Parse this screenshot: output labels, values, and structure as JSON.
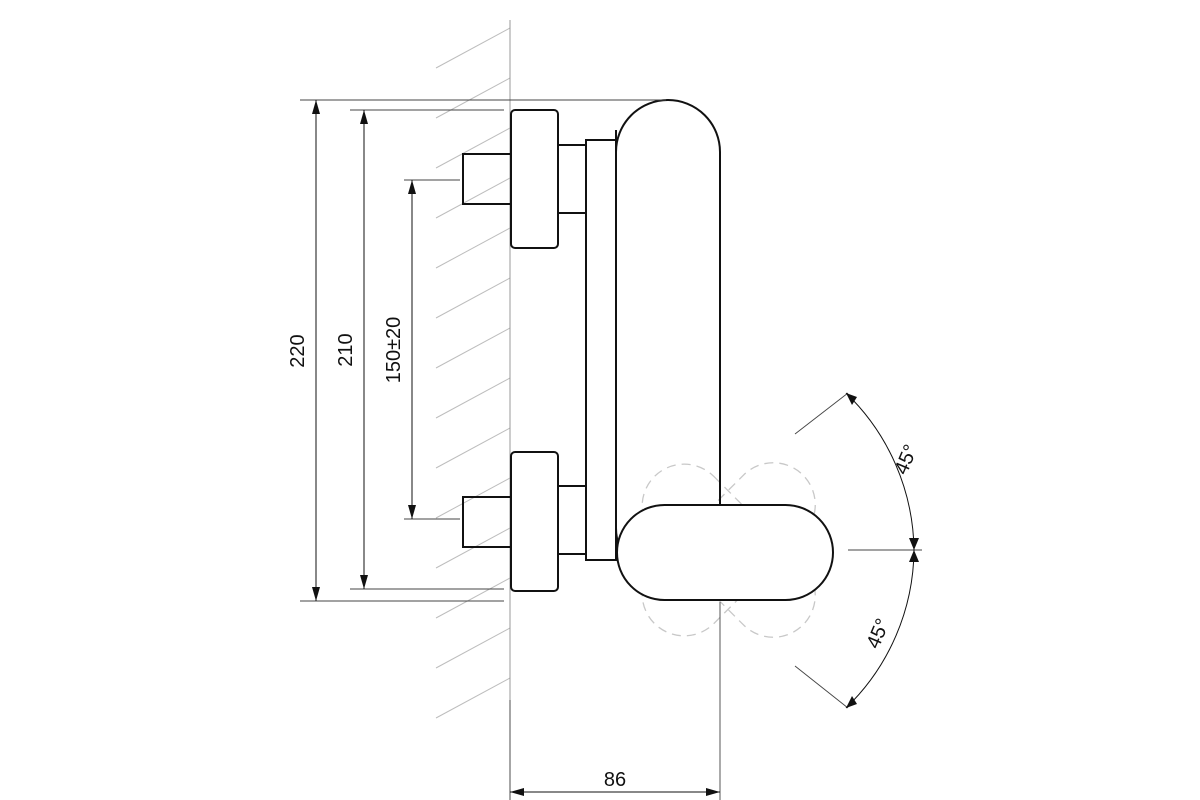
{
  "diagram": {
    "dimensions": {
      "total_height": "220",
      "inlet_span": "210",
      "inlet_spacing": "150±20",
      "projection": "86",
      "lever_angle_up": "45°",
      "lever_angle_down": "45°"
    }
  }
}
